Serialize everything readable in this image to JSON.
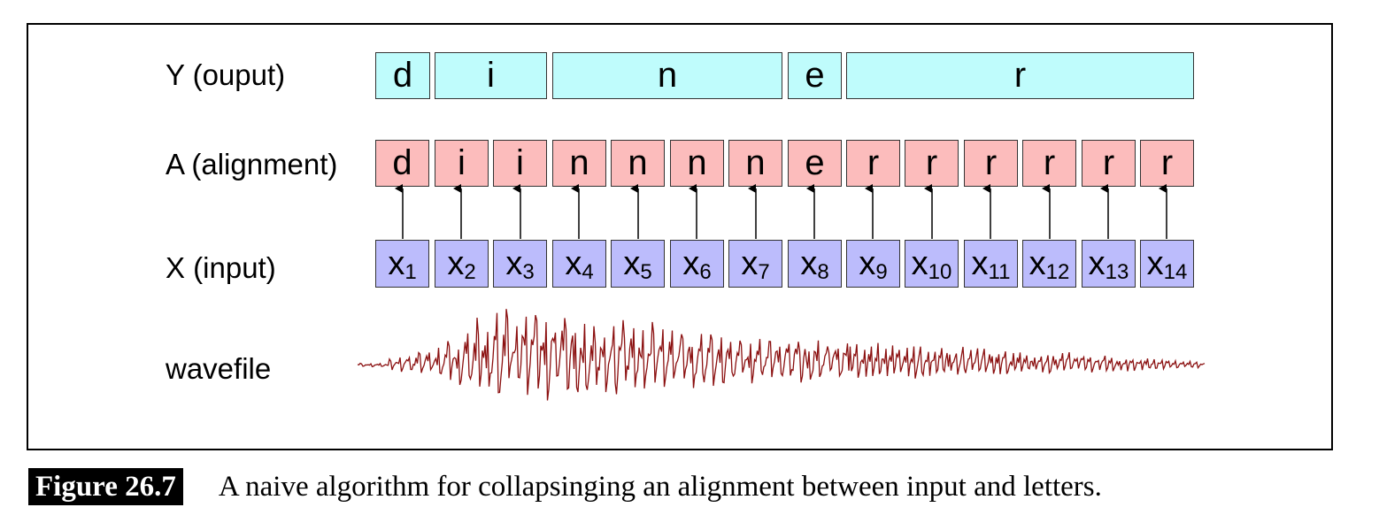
{
  "labels": {
    "y": "Y (ouput)",
    "a": "A (alignment)",
    "x": "X (input)",
    "wave": "wavefile"
  },
  "output_letters": [
    "d",
    "i",
    "n",
    "e",
    "r"
  ],
  "alignment_letters": [
    "d",
    "i",
    "i",
    "n",
    "n",
    "n",
    "n",
    "e",
    "r",
    "r",
    "r",
    "r",
    "r",
    "r"
  ],
  "inputs": [
    {
      "base": "x",
      "sub": "1"
    },
    {
      "base": "x",
      "sub": "2"
    },
    {
      "base": "x",
      "sub": "3"
    },
    {
      "base": "x",
      "sub": "4"
    },
    {
      "base": "x",
      "sub": "5"
    },
    {
      "base": "x",
      "sub": "6"
    },
    {
      "base": "x",
      "sub": "7"
    },
    {
      "base": "x",
      "sub": "8"
    },
    {
      "base": "x",
      "sub": "9"
    },
    {
      "base": "x",
      "sub": "10"
    },
    {
      "base": "x",
      "sub": "11"
    },
    {
      "base": "x",
      "sub": "12"
    },
    {
      "base": "x",
      "sub": "13"
    },
    {
      "base": "x",
      "sub": "14"
    }
  ],
  "colors": {
    "output_fill": "#bffcfc",
    "alignment_fill": "#fcbcbc",
    "input_fill": "#bcbcfc",
    "wave": "#8b1010"
  },
  "caption": {
    "label": "Figure 26.7",
    "text": "A naive algorithm for collapsinging an alignment between input and letters."
  }
}
